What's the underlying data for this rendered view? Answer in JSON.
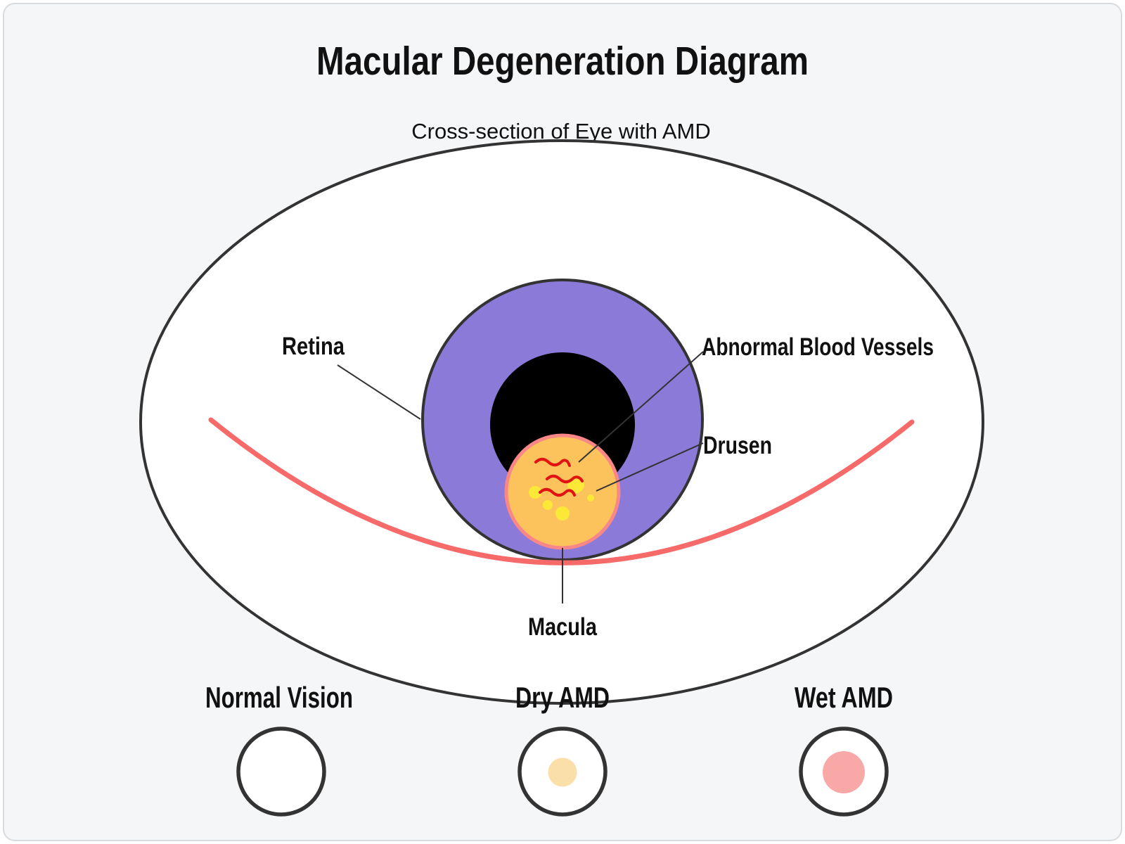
{
  "title": "Macular Degeneration Diagram",
  "subtitle": "Cross-section of Eye with AMD",
  "eye_labels": {
    "retina": "Retina",
    "abnormal_vessels": "Abnormal Blood Vessels",
    "drusen": "Drusen",
    "macula": "Macula"
  },
  "legend": [
    {
      "label": "Normal Vision"
    },
    {
      "label": "Dry AMD",
      "dot_color": "#FBDFA9"
    },
    {
      "label": "Wet AMD",
      "dot_color": "#F9A8A8"
    }
  ],
  "colors": {
    "canvas": "#F5F6F8",
    "canvas_border": "#D8DBDE",
    "eye_fill": "#FFFFFF",
    "outline": "#333333",
    "retina_iris": "#8B7AD8",
    "pupil": "#000000",
    "macula_fill": "#FCC35C",
    "macula_border": "#F98787",
    "retina_arc": "#F76A6A",
    "vessel_red": "#E01212",
    "drusen_yellow": "#FCE937"
  }
}
